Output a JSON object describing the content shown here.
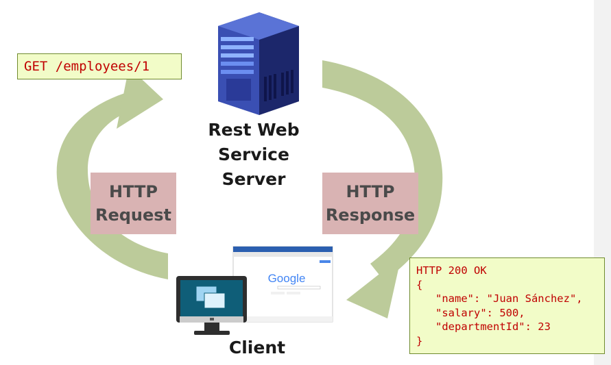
{
  "request": {
    "code": "GET /employees/1"
  },
  "response": {
    "lines": [
      "HTTP 200 OK",
      "{",
      "   \"name\": \"Juan Sánchez\",",
      "   \"salary\": 500,",
      "   \"departmentId\": 23",
      "}"
    ]
  },
  "labels": {
    "http_request": [
      "HTTP",
      "Request"
    ],
    "http_response": [
      "HTTP",
      "Response"
    ]
  },
  "server": {
    "caption": [
      "Rest Web Service",
      "Server"
    ]
  },
  "client": {
    "caption": "Client"
  },
  "browser": {
    "brand": "Google"
  },
  "colors": {
    "arrow": "#bccb9a",
    "label_bg": "#d9b3b3",
    "code_bg": "#f2fcc8",
    "code_text": "#c00000",
    "server_blue": "#2b3a8f",
    "monitor_teal": "#0f5e78"
  },
  "icons": [
    "server-tower-icon",
    "desktop-monitor-icon",
    "browser-window-icon",
    "cycle-arrow-icon"
  ]
}
